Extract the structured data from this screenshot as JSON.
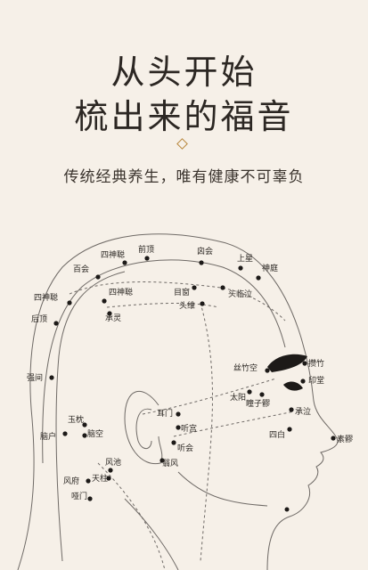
{
  "heading": {
    "line1": "从头开始",
    "line2": "梳出来的福音",
    "subtitle": "传统经典养生，唯有健康不可辜负"
  },
  "colors": {
    "background": "#f6f0e8",
    "accent": "#b7863a",
    "text": "#2c2723"
  },
  "decoration_icon": "diamond-icon",
  "points": [
    {
      "key": "qianding",
      "label": "前顶"
    },
    {
      "key": "xinhui",
      "label": "囟会"
    },
    {
      "key": "shenxing",
      "label": "上星"
    },
    {
      "key": "shenting",
      "label": "神庭"
    },
    {
      "key": "sishencong_top",
      "label": "四神聪"
    },
    {
      "key": "baihui",
      "label": "百会"
    },
    {
      "key": "sishencong_left",
      "label": "四神聪"
    },
    {
      "key": "houding",
      "label": "后顶"
    },
    {
      "key": "sishencong_mid",
      "label": "四神聪"
    },
    {
      "key": "chengling",
      "label": "承灵"
    },
    {
      "key": "muchuang",
      "label": "目窗"
    },
    {
      "key": "toulinqi",
      "label": "头临泣"
    },
    {
      "key": "touwei",
      "label": "头维"
    },
    {
      "key": "qiangjian",
      "label": "强间"
    },
    {
      "key": "sizhukong",
      "label": "丝竹空"
    },
    {
      "key": "cuanzhu",
      "label": "攒竹"
    },
    {
      "key": "yintang",
      "label": "印堂"
    },
    {
      "key": "taiyang",
      "label": "太阳"
    },
    {
      "key": "tongziliao",
      "label": "瞳子髎"
    },
    {
      "key": "chengqi",
      "label": "承泣"
    },
    {
      "key": "yuzhen",
      "label": "玉枕"
    },
    {
      "key": "naohu",
      "label": "脑户"
    },
    {
      "key": "naokong",
      "label": "脑空"
    },
    {
      "key": "ermen",
      "label": "耳门"
    },
    {
      "key": "tinggong",
      "label": "听宫"
    },
    {
      "key": "tinghui",
      "label": "听会"
    },
    {
      "key": "sibai",
      "label": "四白"
    },
    {
      "key": "suliao",
      "label": "素髎"
    },
    {
      "key": "fengchi",
      "label": "风池"
    },
    {
      "key": "yifeng",
      "label": "翳风"
    },
    {
      "key": "fengfu",
      "label": "风府"
    },
    {
      "key": "tianzhu",
      "label": "天柱"
    },
    {
      "key": "yamen",
      "label": "哑门"
    }
  ]
}
